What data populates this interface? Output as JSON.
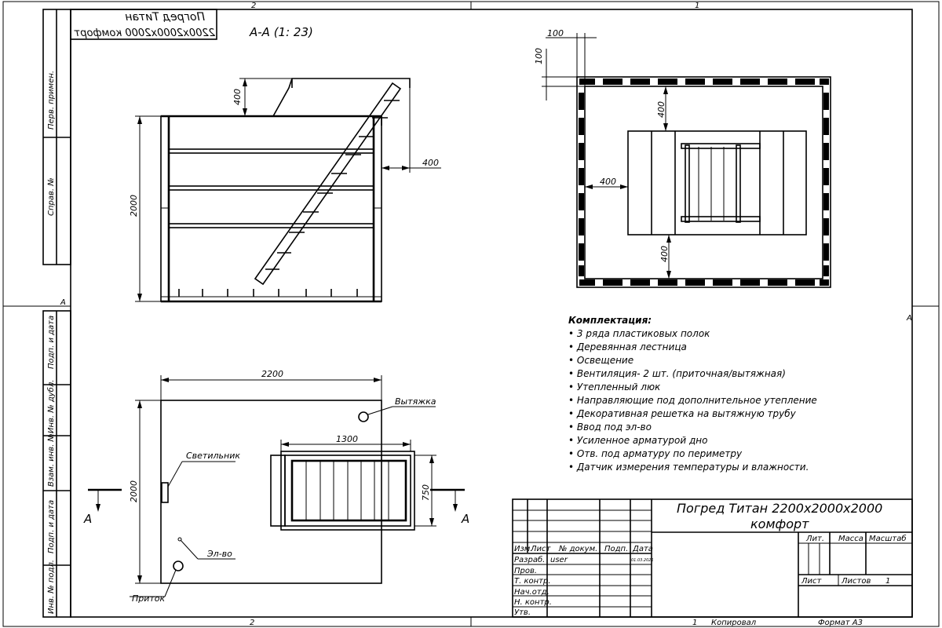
{
  "sheet": {
    "zone_top_left": "2",
    "zone_top_right": "1",
    "zone_bottom_left": "2",
    "zone_bottom_right": "1",
    "row_left": "A",
    "row_right": "A"
  },
  "stamp_mirrored": {
    "line1": "Погред Титан",
    "line2": "2200х2000х2000 комфорт"
  },
  "left_strip": {
    "perv_primen": "Перв. примен.",
    "sprav_no": "Справ. №",
    "podp_data_1": "Подп. и дата",
    "inv_dubl": "Инв. № дубл.",
    "vzam_inv": "Взам. инв. №",
    "podp_data_2": "Подп. и дата",
    "inv_podl": "Инв. № подл."
  },
  "section": {
    "title": "А-А (1: 23)",
    "dim_height": "2000",
    "dim_top": "400",
    "dim_side": "400"
  },
  "top_view": {
    "dim_wall_x": "100",
    "dim_wall_y": "100",
    "dim_top_gap": "400",
    "dim_left_gap": "400",
    "dim_bottom_gap": "400"
  },
  "plan": {
    "dim_width": "2200",
    "dim_height": "2000",
    "dim_hatch_width": "1300",
    "dim_hatch_height": "750",
    "label_exhaust": "Вытяжка",
    "label_lamp": "Светильник",
    "label_power": "Эл-во",
    "label_intake": "Приток",
    "cut_left": "А",
    "cut_right": "А"
  },
  "kit": {
    "heading": "Комплектация:",
    "items": [
      "3 ряда пластиковых полок",
      "Деревянная лестница",
      "Освещение",
      "Вентиляция- 2 шт. (приточная/вытяжная)",
      "Утепленный люк",
      "Направляющие под дополнительное утепление",
      "Декоративная решетка на вытяжную трубу",
      "Ввод под эл-во",
      "Усиленное арматурой дно",
      "Отв. под арматуру по периметру",
      "Датчик измерения температуры и влажности."
    ]
  },
  "title_block": {
    "title_line1": "Погред Титан 2200х2000х2000",
    "title_line2": "комфорт",
    "col_izm": "Изм.",
    "col_list": "Лист",
    "col_docnum": "№ докум.",
    "col_podp": "Подп.",
    "col_data": "Дата",
    "row_razrab": "Разраб.",
    "razrab_name": "user",
    "razrab_date": "01.03.2021",
    "row_prov": "Пров.",
    "row_tkontr": "Т. контр.",
    "row_nachotd": "Нач.отд.",
    "row_nkontr": "Н. контр.",
    "row_utv": "Утв.",
    "lit": "Лит.",
    "massa": "Масса",
    "masshtab": "Масштаб",
    "list": "Лист",
    "listov": "Листов",
    "listov_value": "1",
    "kopiroval": "Копировал",
    "format": "Формат А3",
    "bottom_num": "1"
  }
}
